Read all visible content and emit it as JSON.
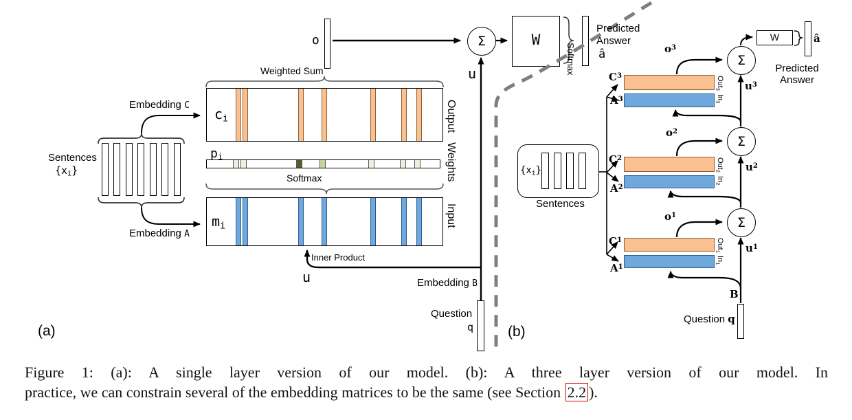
{
  "colors": {
    "orange": "#fac090",
    "orange_border": "#8a6138",
    "blue": "#6fa8dc",
    "blue_border": "#2e5c8a",
    "pale_green": "#ebf1de",
    "mid_green": "#c3d69b",
    "dark_green": "#4f6228",
    "divider": "#7f7f7f",
    "link_box": "#cc0000"
  },
  "panel_a": {
    "label": "(a)",
    "sentences_word": "Sentences",
    "xi_open": "{x",
    "xi_sub": "i",
    "xi_close": "}",
    "embedding_word": "Embedding",
    "mat_c": "C",
    "mat_a": "A",
    "mat_b": "B",
    "weighted_sum": "Weighted Sum",
    "softmax_h": "Softmax",
    "softmax_v": "Softmax",
    "inner_product": "Inner Product",
    "rot_output": "Output",
    "rot_weights": "Weights",
    "rot_input": "Input",
    "ci_base": "c",
    "ci_sub": "i",
    "pi_base": "p",
    "pi_sub": "i",
    "mi_base": "m",
    "mi_sub": "i",
    "o_label": "o",
    "u_label_top": "u",
    "u_label_bottom": "u",
    "sigma": "Σ",
    "w_label": "W",
    "predicted_word": "Predicted",
    "answer_word": "Answer",
    "a_hat": "â",
    "question_word": "Question",
    "q_var": "q"
  },
  "panel_b": {
    "label": "(b)",
    "xi_open": "{x",
    "xi_sub": "i",
    "xi_close": "}",
    "sentences_word": "Sentences",
    "layers": [
      {
        "c_base": "C",
        "c_sup": "1",
        "a_base": "A",
        "a_sup": "1",
        "o_base": "o",
        "o_sup": "1",
        "u_base": "u",
        "u_sup": "1",
        "out_base": "Out",
        "out_sub": "1",
        "in_base": "In",
        "in_sub": "1",
        "sigma": "Σ"
      },
      {
        "c_base": "C",
        "c_sup": "2",
        "a_base": "A",
        "a_sup": "2",
        "o_base": "o",
        "o_sup": "2",
        "u_base": "u",
        "u_sup": "2",
        "out_base": "Out",
        "out_sub": "2",
        "in_base": "In",
        "in_sub": "2",
        "sigma": "Σ"
      },
      {
        "c_base": "C",
        "c_sup": "3",
        "a_base": "A",
        "a_sup": "3",
        "o_base": "o",
        "o_sup": "3",
        "u_base": "u",
        "u_sup": "3",
        "out_base": "Out",
        "out_sub": "3",
        "in_base": "In",
        "in_sub": "3",
        "sigma": "Σ"
      }
    ],
    "w_label": "W",
    "a_hat": "â",
    "predicted_word": "Predicted",
    "answer_word": "Answer",
    "b_mat": "B",
    "question_word": "Question",
    "q_var": "q"
  },
  "caption": {
    "line1": "Figure 1:  (a): A single layer version of our model.  (b): A three layer version of our model.  In",
    "line2_pre": "practice, we can constrain several of the embedding matrices to be the same (see Section ",
    "line2_link": "2.2",
    "line2_post": ")."
  }
}
